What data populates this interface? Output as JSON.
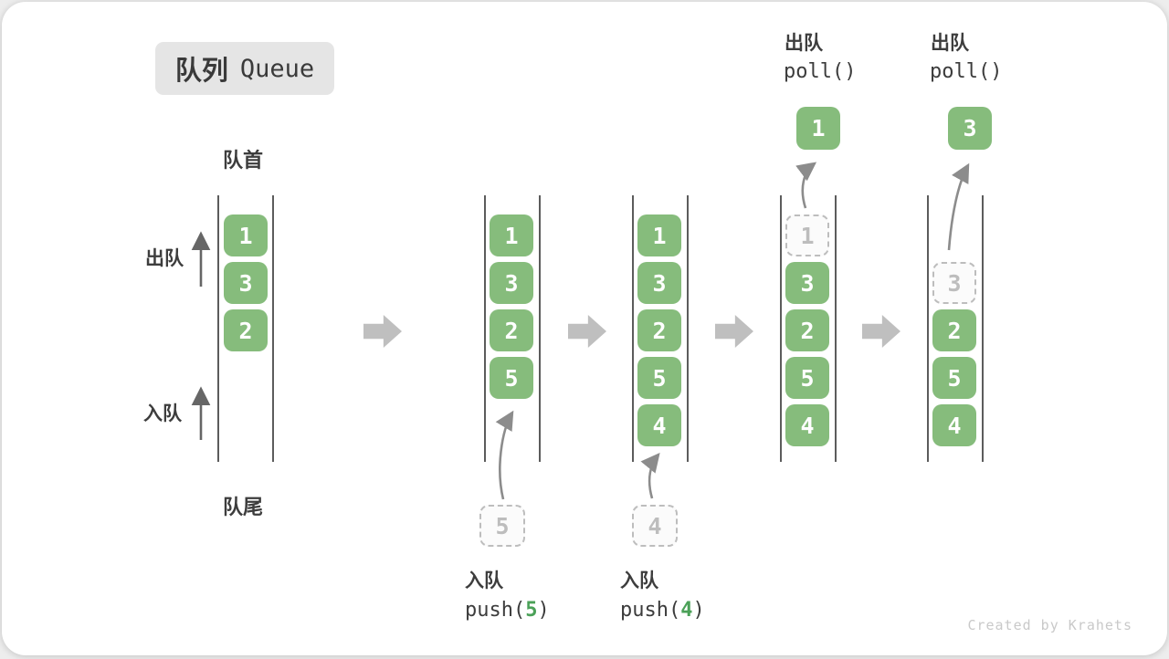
{
  "badge": {
    "zh": "队列",
    "en": "Queue"
  },
  "labels": {
    "front": "队首",
    "rear": "队尾",
    "dequeue": "出队",
    "enqueue": "入队"
  },
  "ops": {
    "push5": {
      "label": "入队",
      "fn": "push(",
      "arg": "5",
      "close": ")"
    },
    "push4": {
      "label": "入队",
      "fn": "push(",
      "arg": "4",
      "close": ")"
    },
    "poll1": {
      "label": "出队",
      "fn": "poll()"
    },
    "poll3": {
      "label": "出队",
      "fn": "poll()"
    }
  },
  "queues": [
    {
      "boxes": [
        "1",
        "3",
        "2"
      ]
    },
    {
      "boxes": [
        "1",
        "3",
        "2",
        "5"
      ],
      "pushed": "5"
    },
    {
      "boxes": [
        "1",
        "3",
        "2",
        "5",
        "4"
      ],
      "pushed": "4"
    },
    {
      "boxes": [
        "3",
        "2",
        "5",
        "4"
      ],
      "removed": "1",
      "popped": "1"
    },
    {
      "boxes": [
        "2",
        "5",
        "4"
      ],
      "removed": "3",
      "popped": "3"
    }
  ],
  "watermark": "Created by Krahets",
  "colors": {
    "box_green": "#86bc7c",
    "code_arg_green": "#4ba158",
    "block_arrow_gray": "#bfbfbf",
    "dashed_gray": "#bdbdbd",
    "text_dark": "#3d3d3d",
    "wall_line": "#5c5c5c",
    "badge_bg": "#e5e5e5",
    "watermark_gray": "#c9c9c9"
  }
}
